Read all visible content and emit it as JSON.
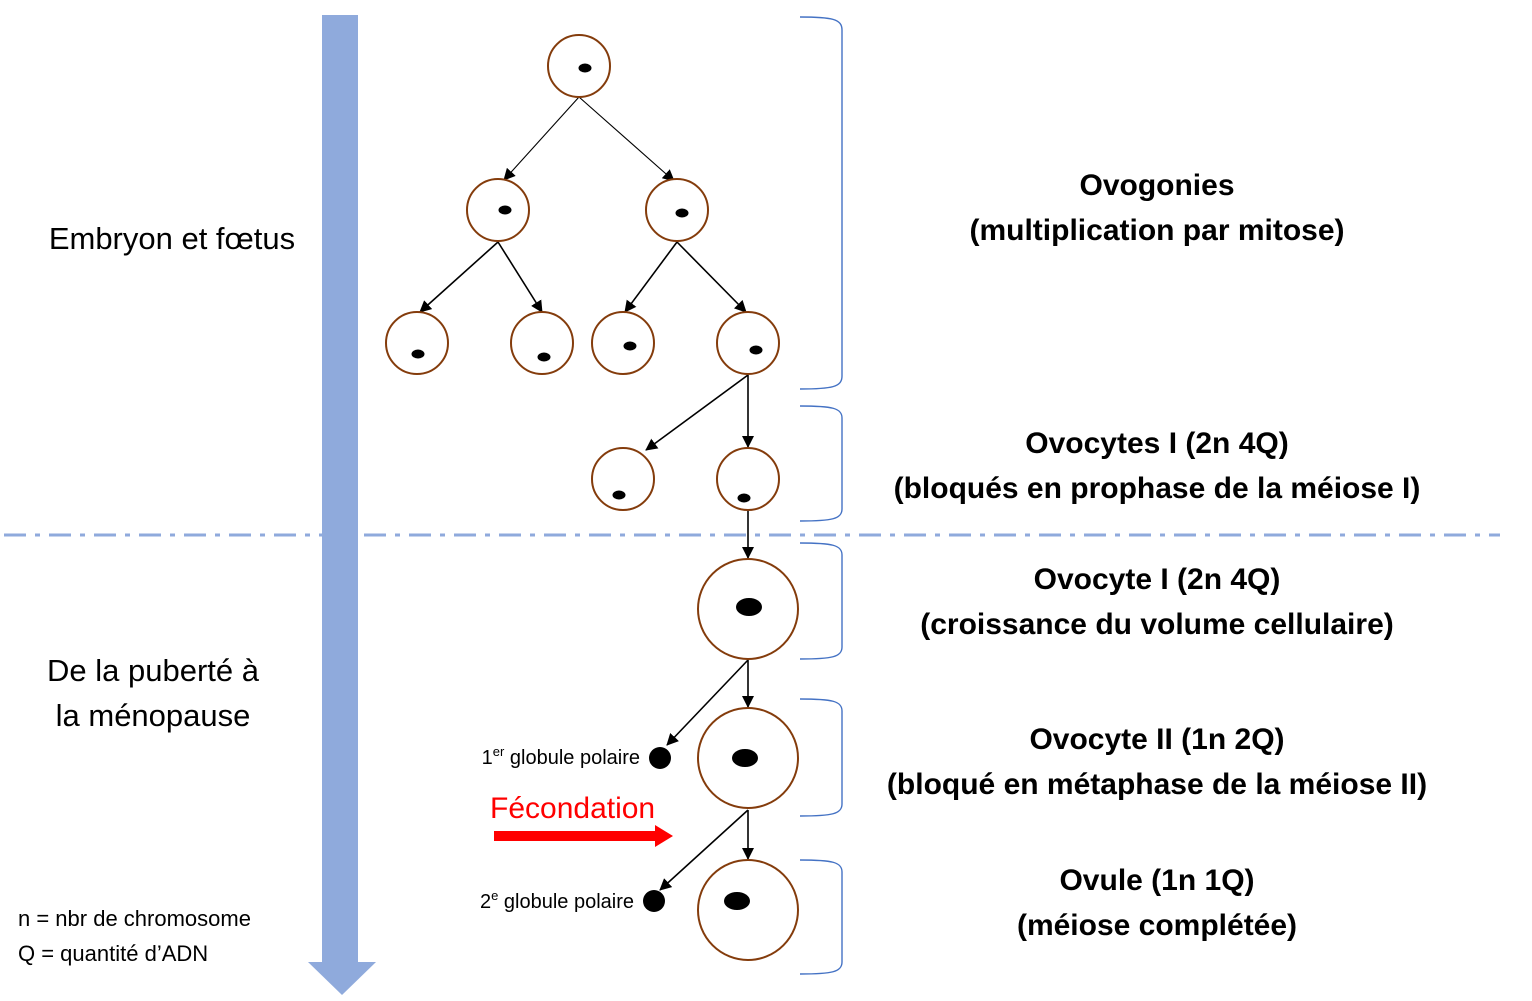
{
  "left_labels": {
    "stage1": "Embryon et fœtus",
    "stage2_line1": "De la puberté à",
    "stage2_line2": "la ménopause"
  },
  "legend": {
    "n": "n = nbr de chromosome",
    "q": "Q = quantité d’ADN"
  },
  "stages": [
    {
      "title": "Ovogonies",
      "subtitle": "(multiplication par mitose)"
    },
    {
      "title": "Ovocytes I (2n 4Q)",
      "subtitle": "(bloqués en prophase de la méiose I)"
    },
    {
      "title": "Ovocyte I (2n 4Q)",
      "subtitle": "(croissance du volume cellulaire)"
    },
    {
      "title": "Ovocyte II (1n 2Q)",
      "subtitle": "(bloqué en métaphase de la méiose II)"
    },
    {
      "title": "Ovule (1n 1Q)",
      "subtitle": "(méiose complétée)"
    }
  ],
  "polar_bodies": {
    "first": {
      "num": "1",
      "sup": "er",
      "text": " globule polaire"
    },
    "second": {
      "num": "2",
      "sup": "e",
      "text": " globule polaire"
    }
  },
  "fertilization": "Fécondation",
  "colors": {
    "timeline_arrow": "#8faadc",
    "divider_line": "#8faadc",
    "cell_outline": "#843c0c",
    "bracket": "#4472c4",
    "fertilization": "#ff0000"
  }
}
